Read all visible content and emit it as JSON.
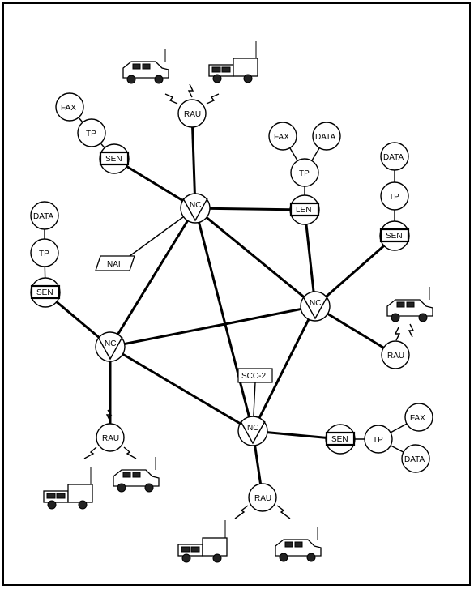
{
  "labels": {
    "nc": "NC",
    "rau": "RAU",
    "sen": "SEN",
    "len": "LEN",
    "tp": "TP",
    "fax": "FAX",
    "data": "DATA",
    "nai": "NAI",
    "scc": "SCC-2"
  }
}
